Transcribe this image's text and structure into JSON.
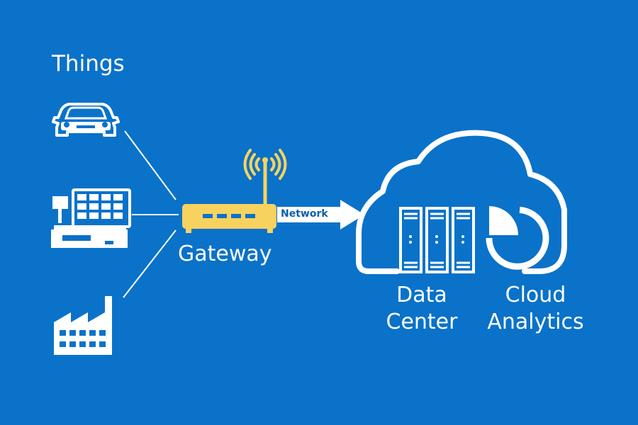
{
  "colors": {
    "background": "#0a72c9",
    "white": "#ffffff",
    "gateway_yellow": "#f8d25f",
    "network_text": "#0a5fae"
  },
  "labels": {
    "things": "Things",
    "gateway": "Gateway",
    "network": "Network",
    "data_center": [
      "Data",
      "Center"
    ],
    "cloud_analytics": [
      "Cloud",
      "Analytics"
    ]
  },
  "icons": {
    "things": [
      "car-icon",
      "point-of-sale-terminal-icon",
      "factory-icon"
    ],
    "gateway": [
      "router-icon",
      "wifi-signal-icon"
    ],
    "cloud": [
      "cloud-icon",
      "server-rack-icon",
      "pie-chart-icon"
    ]
  }
}
